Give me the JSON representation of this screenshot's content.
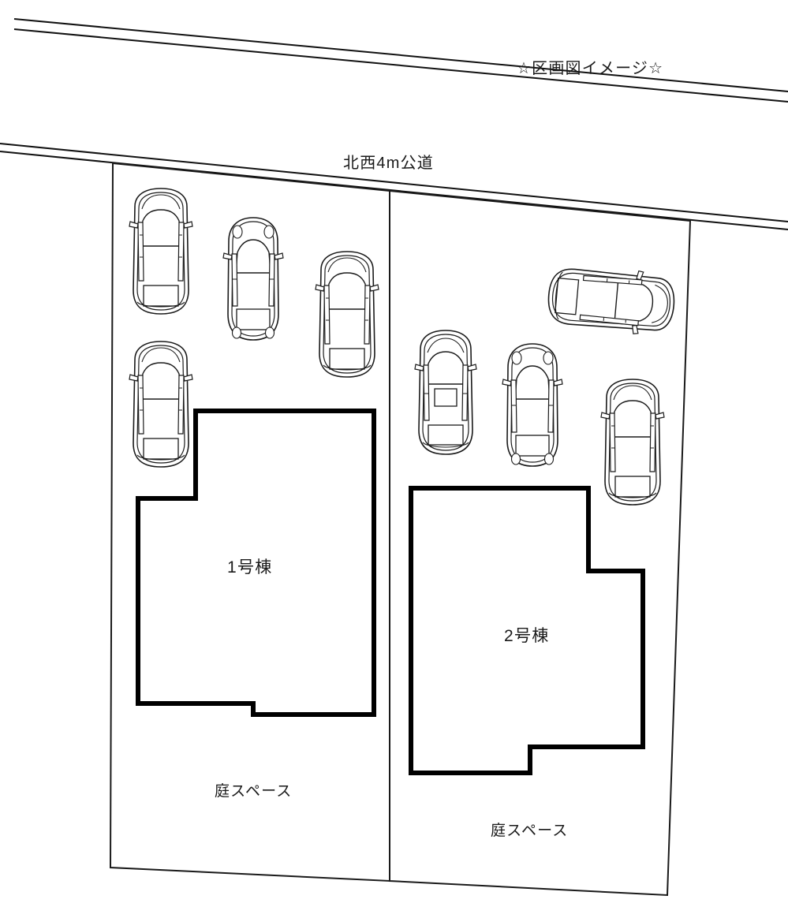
{
  "title": "☆区画図イメージ☆",
  "road": {
    "label": "北西4m公道",
    "name": "北西4m公道"
  },
  "lots": [
    {
      "id": "lot-1",
      "building_label": "1号棟",
      "garden_label": "庭スペース",
      "parking_spaces": 4
    },
    {
      "id": "lot-2",
      "building_label": "2号棟",
      "garden_label": "庭スペース",
      "parking_spaces": 4
    }
  ],
  "colors": {
    "stroke": "#111111",
    "building_stroke": "#000000",
    "boundary_stroke": "#1a1a1a",
    "background": "#ffffff",
    "car_stroke": "#1a1a1a"
  },
  "counts": {
    "total_buildings": 2,
    "total_cars": 8
  }
}
